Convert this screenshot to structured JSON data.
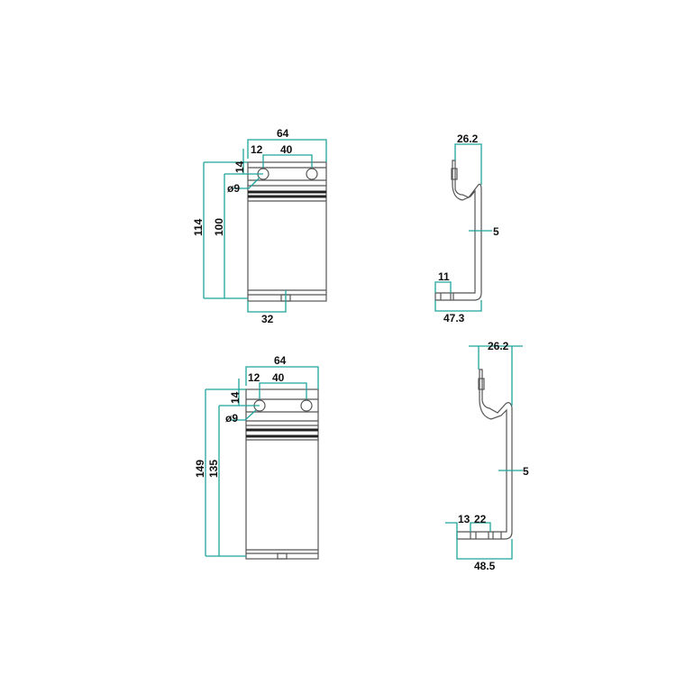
{
  "views": {
    "front_1": {
      "width": "64",
      "hole_offset": "12",
      "hole_spacing": "40",
      "hole_top": "14",
      "hole_diameter": "ø9",
      "height_total": "114",
      "height_hole": "100",
      "slot_offset": "32"
    },
    "side_1": {
      "depth": "26.2",
      "thickness": "5",
      "foot_slot": "11",
      "foot_length": "47.3"
    },
    "front_2": {
      "width": "64",
      "hole_offset": "12",
      "hole_spacing": "40",
      "hole_top": "14",
      "hole_diameter": "ø9",
      "height_total": "149",
      "height_hole": "135"
    },
    "side_2": {
      "depth": "26.2",
      "thickness": "5",
      "foot_offset": "13",
      "foot_slot": "22",
      "foot_length": "48.5"
    }
  },
  "colors": {
    "dimension": "#1fa39b",
    "outline": "#555555"
  }
}
